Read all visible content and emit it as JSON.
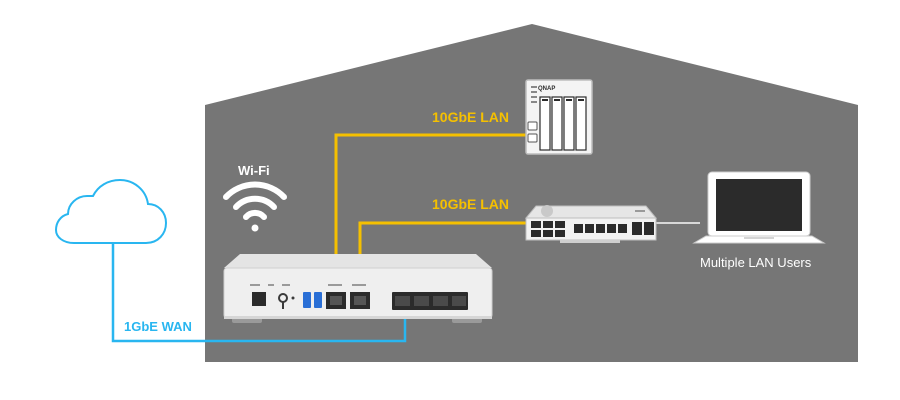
{
  "labels": {
    "wifi": "Wi-Fi",
    "nas_link": "10GbE LAN",
    "switch_link": "10GbE LAN",
    "wan_link": "1GbE WAN",
    "lan_users": "Multiple LAN Users"
  },
  "nas": {
    "brand": "QNAP"
  },
  "colors": {
    "house": "#767676",
    "lan_cable": "#F5C000",
    "wan_cable": "#29B6F0",
    "cloud_outline": "#29B6F0",
    "label_lan": "#F5C000",
    "label_wan": "#29B6F0",
    "label_light": "#FFFFFF"
  },
  "icons": [
    "cloud-icon",
    "wifi-icon",
    "router-device",
    "nas-device",
    "switch-device",
    "laptop-icon"
  ]
}
